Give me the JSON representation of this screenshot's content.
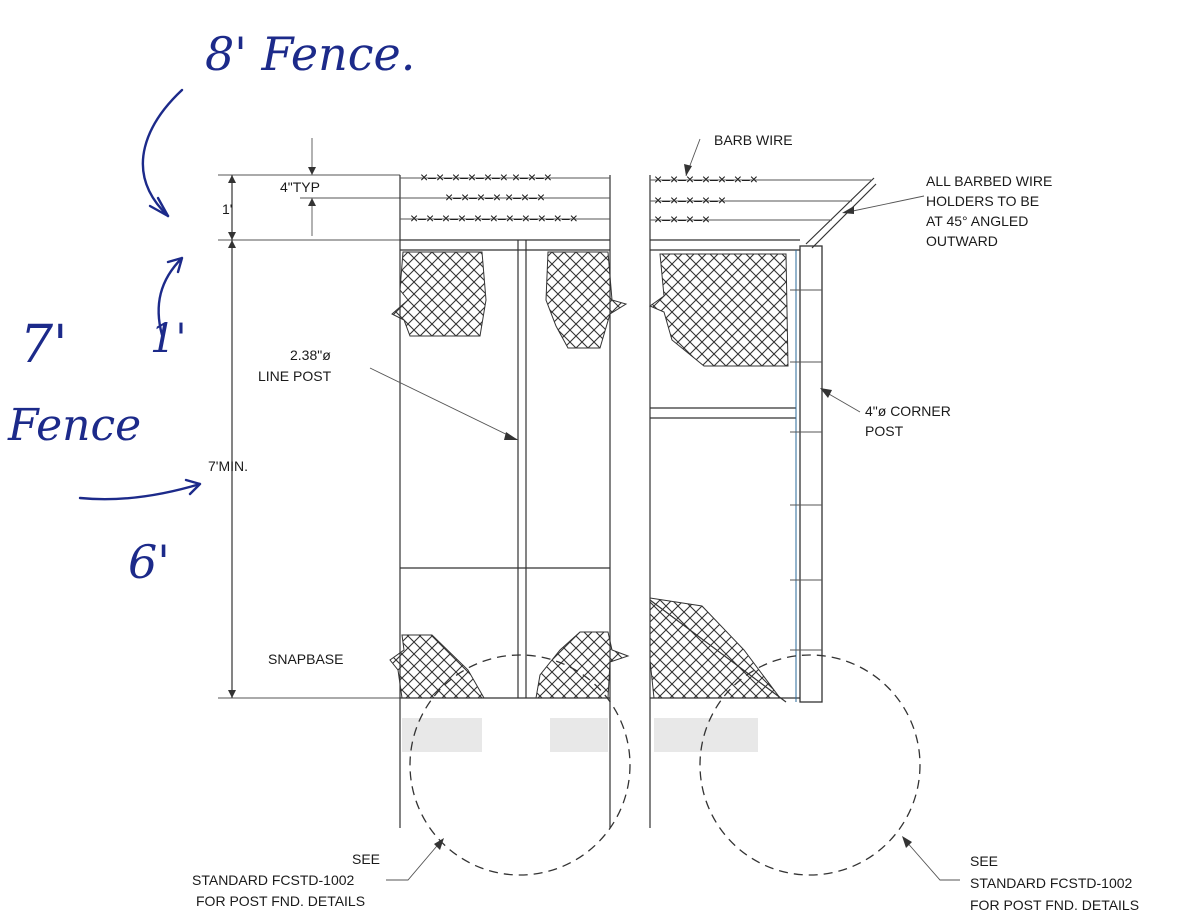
{
  "annotations": {
    "eight_ft": "8' Fence.",
    "seven_ft": "7'",
    "fence_word": "Fence",
    "one_ft": "1'",
    "six_ft": "6'"
  },
  "labels": {
    "typ": "4\"TYP",
    "one_foot": "1'",
    "seven_min": "7'MIN.",
    "barb_wire": "BARB WIRE",
    "holders_1": "ALL BARBED WIRE",
    "holders_2": "HOLDERS TO BE",
    "holders_3": "AT 45° ANGLED",
    "holders_4": "OUTWARD",
    "line_post_1": "2.38\"ø",
    "line_post_2": "LINE POST",
    "corner_post_1": "4\"ø CORNER",
    "corner_post_2": "POST",
    "snapbase": "SNAPBASE",
    "see_left_1": "SEE",
    "see_left_2": "STANDARD FCSTD-1002",
    "see_left_3": "FOR POST FND. DETAILS",
    "see_right_1": "SEE",
    "see_right_2": "STANDARD FCSTD-1002",
    "see_right_3": "FOR POST FND. DETAILS"
  },
  "colors": {
    "ink": "#1a1a1a",
    "pen": "#1c2a8a"
  }
}
